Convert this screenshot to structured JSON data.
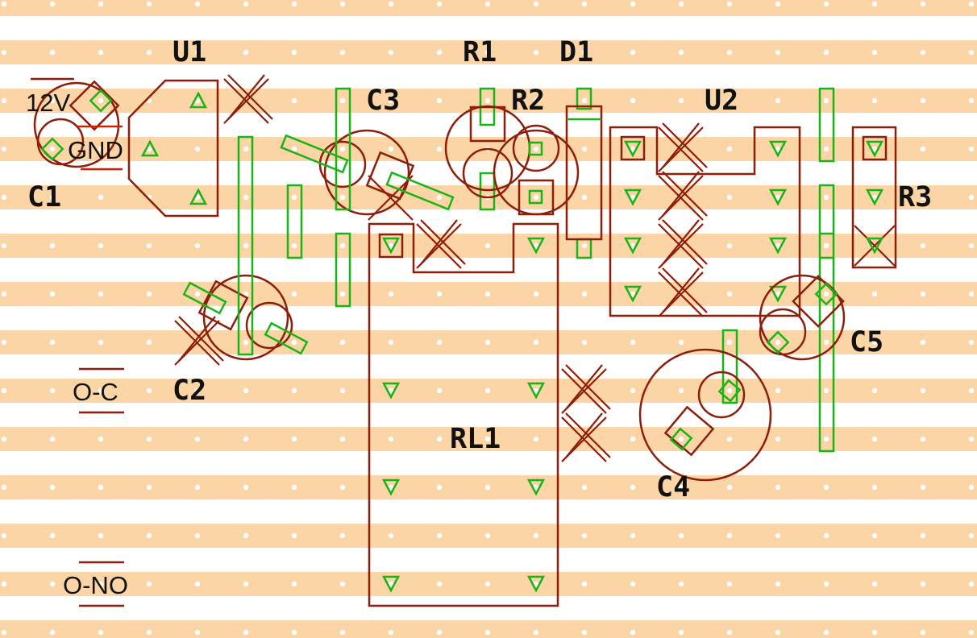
{
  "colors": {
    "strip": "#fbd5a5",
    "hole": "#ffffff",
    "outline": "#8c1e0a",
    "pin": "#18b418",
    "text": "#111111",
    "accent_red": "#cc2200"
  },
  "labels": {
    "u1": "U1",
    "r1": "R1",
    "d1": "D1",
    "c3": "C3",
    "r2": "R2",
    "u2": "U2",
    "c1": "C1",
    "r3": "R3",
    "c2": "C2",
    "c5": "C5",
    "rl1": "RL1",
    "c4": "C4"
  },
  "net_labels": {
    "v12": "12V",
    "gnd": "GND",
    "oc": "O-C",
    "ono": "O-NO"
  }
}
